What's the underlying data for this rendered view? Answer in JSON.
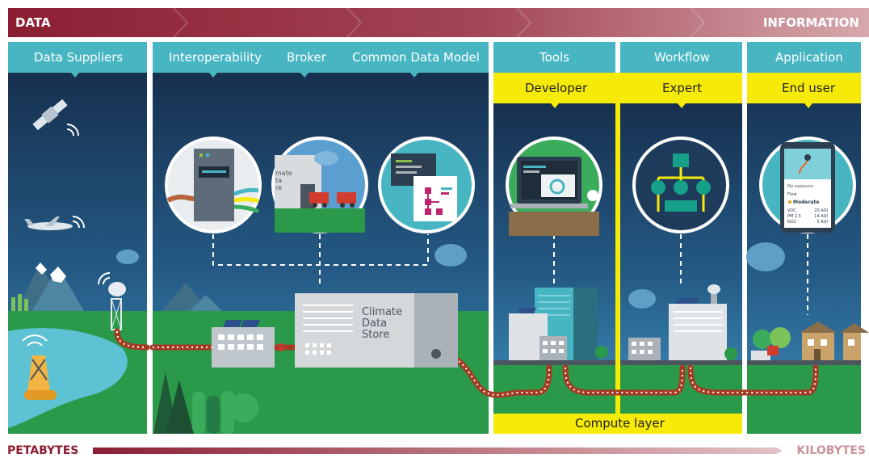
{
  "banner": {
    "left_label": "DATA",
    "right_label": "INFORMATION"
  },
  "headers": {
    "data_suppliers": "Data Suppliers",
    "interoperability": "Interoperability",
    "broker": "Broker",
    "common_data_model": "Common Data Model",
    "tools": "Tools",
    "workflow": "Workflow",
    "application": "Application"
  },
  "roles": {
    "developer": "Developer",
    "expert": "Expert",
    "end_user": "End user"
  },
  "store": {
    "line1": "Climate",
    "line2": "Data",
    "line3": "Store"
  },
  "broker_sign": {
    "line1": "mate",
    "line2": "ta",
    "line3": "re"
  },
  "phone": {
    "title": "My exposure",
    "flow_label": "Flow",
    "status": "Moderate",
    "rows": [
      {
        "name": "VOC",
        "value": "20 AQI"
      },
      {
        "name": "PM 2.5",
        "value": "14 AQI"
      },
      {
        "name": "NO2",
        "value": "5 AQI"
      }
    ]
  },
  "compute_layer": "Compute layer",
  "footer": {
    "left_label": "PETABYTES",
    "right_label": "KILOBYTES"
  },
  "colors": {
    "banner_dark": "#8b1e32",
    "teal": "#48b6c2",
    "yellow": "#f6ea08",
    "sky_dark": "#1c3a5e",
    "grass": "#2a9a4a"
  }
}
